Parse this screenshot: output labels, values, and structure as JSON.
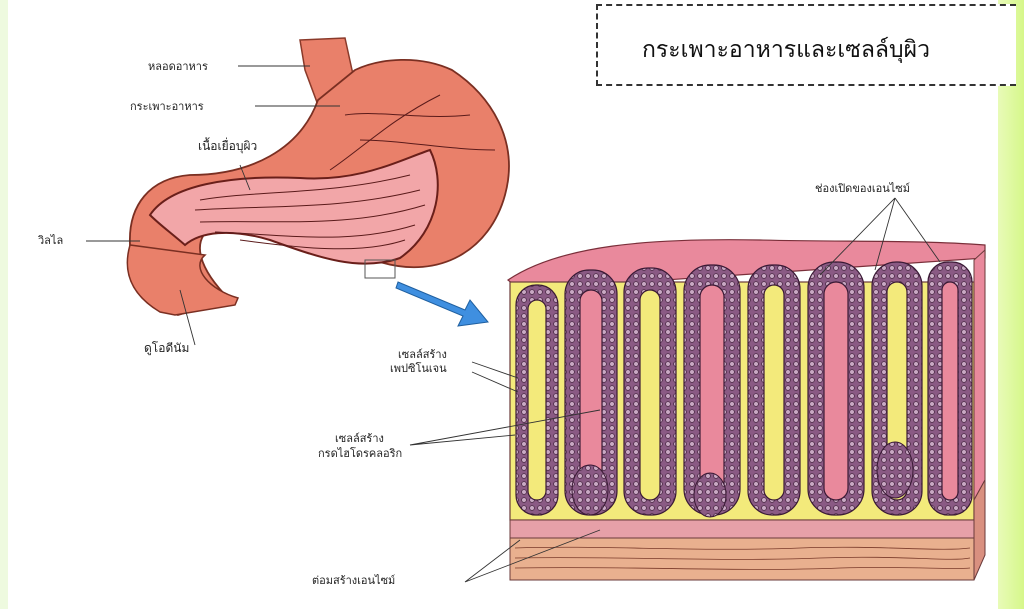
{
  "title": "กระเพาะอาหารและเซลล์บุผิว",
  "labels": {
    "esophagus": "หลอดอาหาร",
    "stomach": "กระเพาะอาหาร",
    "epithelium": "เนื้อเยื่อบุผิว",
    "pylorus": "วิลไล",
    "duodenum": "ดูโอดีนัม",
    "enzyme_openings": "ช่องเปิดของเอนไซม์",
    "pepsinogen_cells_1": "เซลล์สร้าง",
    "pepsinogen_cells_2": "เพปซิโนเจน",
    "acid_cells_1": "เซลล์สร้าง",
    "acid_cells_2": "กรดไฮโดรคลอริก",
    "enzyme_glands": "ต่อมสร้างเอนไซม์"
  },
  "colors": {
    "stomach_outer": "#e9806a",
    "stomach_inner": "#f2a0a2",
    "tissue_pink": "#e79aa6",
    "gland_yellow": "#f3ea7b",
    "gland_purple": "#7a4a74",
    "arrow_blue": "#3f8fe0"
  }
}
